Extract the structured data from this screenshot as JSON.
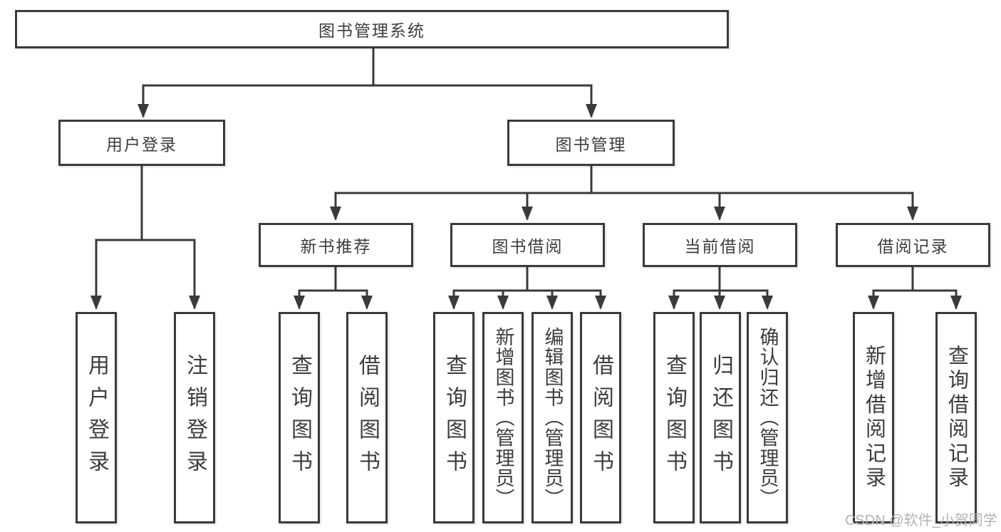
{
  "colors": {
    "line": "#3a3a3a",
    "text": "#3d3d3d",
    "background": "#ffffff",
    "watermark": "#b3b3b3"
  },
  "watermark": {
    "text": "CSDN @软件_小贺同学"
  },
  "tree": {
    "label": "图书管理系统",
    "children": [
      {
        "label": "用户登录",
        "children": [
          {
            "label": "用户登录"
          },
          {
            "label": "注销登录"
          }
        ]
      },
      {
        "label": "图书管理",
        "children": [
          {
            "label": "新书推荐",
            "children": [
              {
                "label": "查询图书"
              },
              {
                "label": "借阅图书"
              }
            ]
          },
          {
            "label": "图书借阅",
            "children": [
              {
                "label": "查询图书"
              },
              {
                "label": "新增图书（管理员）"
              },
              {
                "label": "编辑图书（管理员）"
              },
              {
                "label": "借阅图书"
              }
            ]
          },
          {
            "label": "当前借阅",
            "children": [
              {
                "label": "查询图书"
              },
              {
                "label": "归还图书"
              },
              {
                "label": "确认归还（管理员）"
              }
            ]
          },
          {
            "label": "借阅记录",
            "children": [
              {
                "label": "新增借阅记录"
              },
              {
                "label": "查询借阅记录"
              }
            ]
          }
        ]
      }
    ]
  }
}
